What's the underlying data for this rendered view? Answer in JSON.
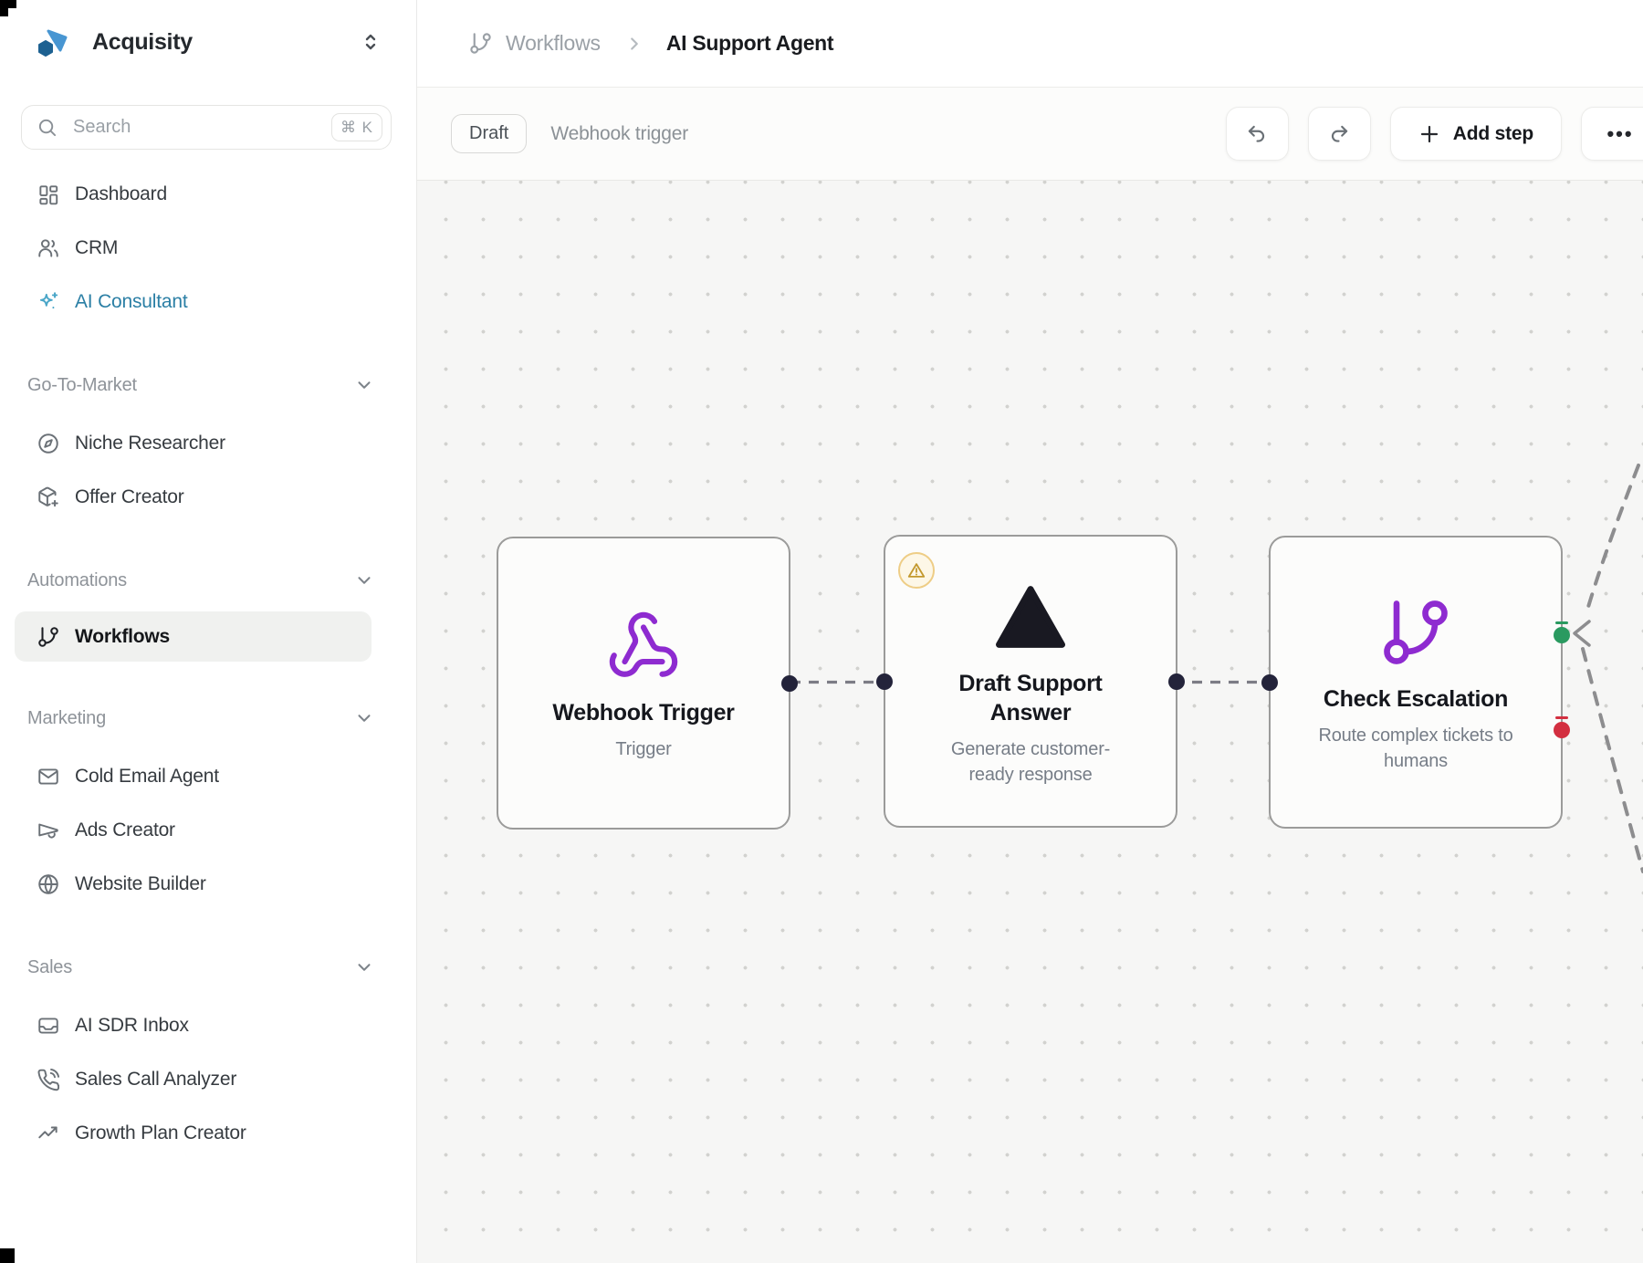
{
  "colors": {
    "accent-teal": "#2b7fa5",
    "accent-teal-icon": "#4aa6c8",
    "node-purple": "#8e2bd0",
    "triangle-dark": "#191922",
    "port-dark": "#23233a",
    "port-green": "#2a9a60",
    "port-red": "#d32f40",
    "warning-ring": "#eecd86",
    "warning-bg": "#fdf7e7",
    "warning-glyph": "#c3992e",
    "logo-dark": "#1d6191",
    "logo-light": "#4896d2"
  },
  "sidebar": {
    "logo": {
      "title": "Acquisity",
      "icon": "acquisity-logo-icon",
      "control": "chevrons-up-down-icon"
    },
    "search": {
      "placeholder": "Search",
      "shortcut": "⌘ K",
      "icon": "search-icon"
    },
    "primary_items": [
      {
        "label": "Dashboard",
        "icon": "dashboard-icon"
      },
      {
        "label": "CRM",
        "icon": "users-icon"
      },
      {
        "label": "AI Consultant",
        "icon": "sparkles-icon"
      }
    ],
    "sections": [
      {
        "header": "Go-To-Market",
        "chevron": "chevron-down-icon",
        "items": [
          {
            "label": "Niche Researcher",
            "icon": "compass-icon"
          },
          {
            "label": "Offer Creator",
            "icon": "package-plus-icon"
          }
        ]
      },
      {
        "header": "Automations",
        "chevron": "chevron-down-icon",
        "items": [
          {
            "label": "Workflows",
            "icon": "git-branch-icon",
            "selected": true
          }
        ]
      },
      {
        "header": "Marketing",
        "chevron": "chevron-down-icon",
        "items": [
          {
            "label": "Cold Email Agent",
            "icon": "mail-icon"
          },
          {
            "label": "Ads Creator",
            "icon": "megaphone-icon"
          },
          {
            "label": "Website Builder",
            "icon": "globe-icon"
          }
        ]
      },
      {
        "header": "Sales",
        "chevron": "chevron-down-icon",
        "items": [
          {
            "label": "AI SDR Inbox",
            "icon": "inbox-icon"
          },
          {
            "label": "Sales Call Analyzer",
            "icon": "phone-call-icon"
          },
          {
            "label": "Growth Plan Creator",
            "icon": "trending-up-icon"
          }
        ]
      }
    ]
  },
  "header": {
    "breadcrumb": {
      "icon": "git-branch-icon",
      "parent": "Workflows",
      "separator": "chevron-right-icon",
      "current": "AI Support Agent"
    }
  },
  "toolbar": {
    "status_badge": "Draft",
    "context_label": "Webhook trigger",
    "undo_icon": "undo-icon",
    "redo_icon": "redo-icon",
    "add_step_label": "Add step",
    "more_label": "•••"
  },
  "canvas": {
    "nodes": [
      {
        "title": "Webhook Trigger",
        "subtitle": "Trigger",
        "icon": "webhook-icon",
        "ports": [
          "output-dark"
        ]
      },
      {
        "title": "Draft Support Answer",
        "subtitle": "Generate customer-ready response",
        "icon": "triangle-icon",
        "warning": true,
        "ports": [
          "input-dark",
          "output-dark"
        ]
      },
      {
        "title": "Check Escalation",
        "subtitle": "Route complex tickets to humans",
        "icon": "git-branch-icon",
        "ports": [
          "input-dark",
          "output-green",
          "output-red"
        ]
      }
    ]
  }
}
